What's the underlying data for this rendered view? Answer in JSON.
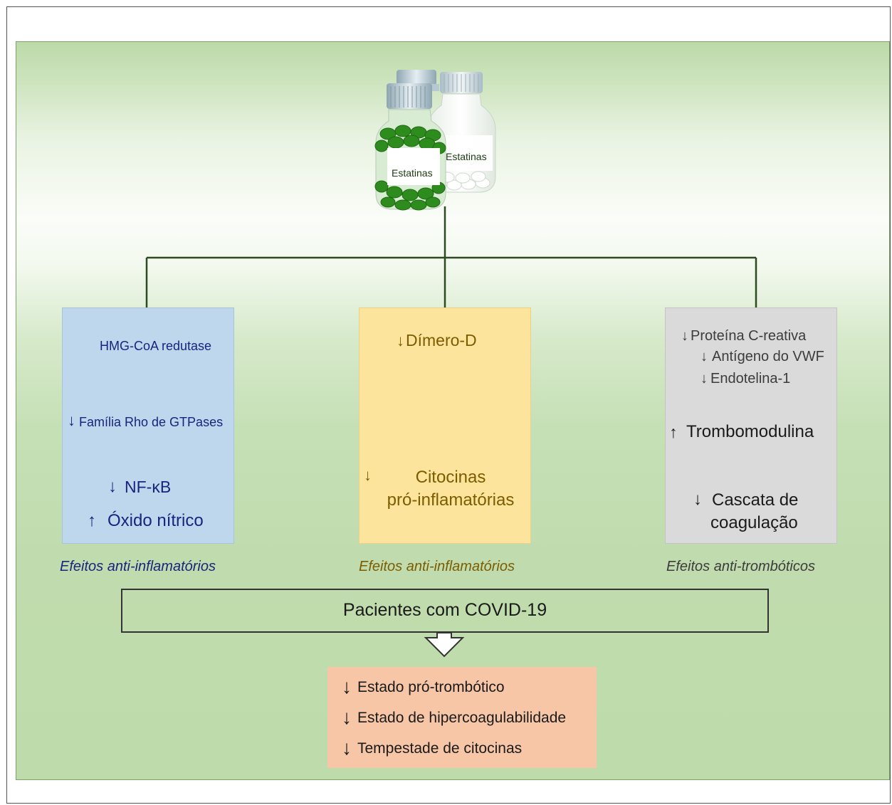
{
  "bottles": {
    "front_label": "Estatinas",
    "back_label": "Estatinas"
  },
  "left_box": {
    "inhibitor_target": "HMG-CoA redutase",
    "rho_arrow": "↓",
    "rho": "Família Rho de GTPases",
    "nfkb_arrow": "↓",
    "nfkb": "NF-κB",
    "nitric_arrow": "↑",
    "nitric": "Óxido nítrico",
    "caption": "Efeitos anti-inflamatórios"
  },
  "middle_box": {
    "ddimer_arrow": "↓",
    "ddimer": "Dímero-D",
    "cytokines_arrow": "↓",
    "cytokines_line1": "Citocinas",
    "cytokines_line2": "pró-inflamatórias",
    "caption": "Efeitos anti-inflamatórios"
  },
  "right_box": {
    "crp_arrow": "↓",
    "crp": "Proteína C-reativa",
    "vwf_arrow": "↓",
    "vwf": "Antígeno do VWF",
    "endothelin_arrow": "↓",
    "endothelin": "Endotelina-1",
    "thrombo_arrow": "↑",
    "thrombomodulin": "Trombomodulina",
    "cascade_arrow": "↓",
    "cascade_line1": "Cascata de",
    "cascade_line2": "coagulação",
    "caption": "Efeitos anti-trombóticos"
  },
  "covid_box": {
    "label": "Pacientes com COVID-19"
  },
  "outcomes": [
    {
      "arrow": "↓",
      "text": "Estado pró-trombótico"
    },
    {
      "arrow": "↓",
      "text": "Estado de hipercoagulabilidade"
    },
    {
      "arrow": "↓",
      "text": "Tempestade de citocinas"
    }
  ],
  "colors": {
    "left_box": "#bed7ed",
    "middle_box": "#fce49c",
    "right_box": "#dadada",
    "outcome_box": "#f7c6a6",
    "pill_green": "#2e8b1e",
    "inhibitor_red": "#e8262b"
  }
}
